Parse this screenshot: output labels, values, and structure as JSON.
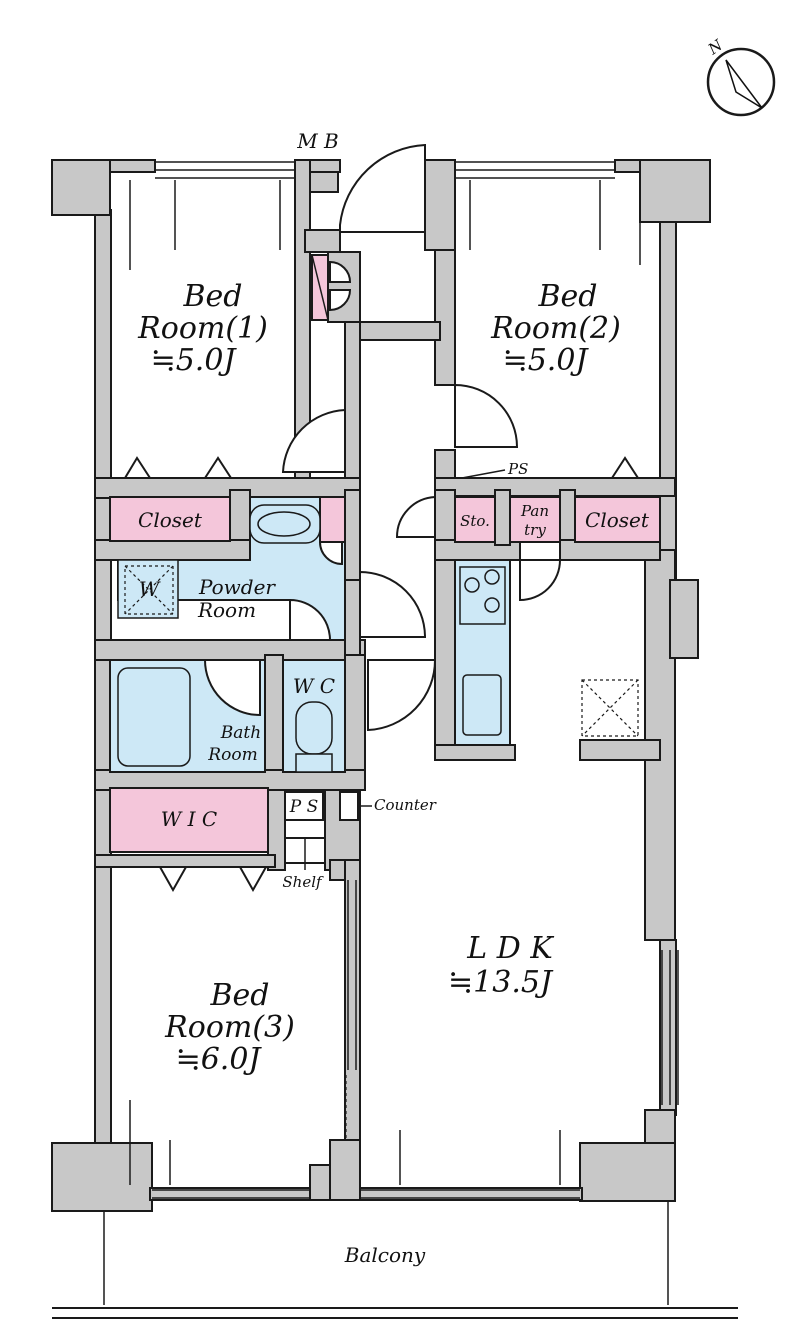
{
  "rooms": {
    "bedroom1": {
      "name_line1": "Bed",
      "name_line2": "Room(1)",
      "size": "≒5.0J"
    },
    "bedroom2": {
      "name_line1": "Bed",
      "name_line2": "Room(2)",
      "size": "≒5.0J"
    },
    "bedroom3": {
      "name_line1": "Bed",
      "name_line2": "Room(3)",
      "size": "≒6.0J"
    },
    "ldk": {
      "name": "L D K",
      "size": "≒13.5J"
    },
    "powder_room": {
      "line1": "Powder",
      "line2": "Room"
    },
    "bathroom": {
      "line1": "Bath",
      "line2": "Room"
    },
    "wc": "W C",
    "wic": "W I C",
    "closet1": "Closet",
    "closet2": "Closet",
    "storage": "Sto.",
    "pantry": {
      "line1": "Pan",
      "line2": "try"
    },
    "ps_center": "P S",
    "balcony": "Balcony"
  },
  "annotations": {
    "mb": "M B",
    "ps_top": "PS",
    "counter": "Counter",
    "shelf": "Shelf",
    "washer": "W"
  },
  "compass": {
    "label": "N"
  },
  "colors": {
    "closet_storage": "#f4c6da",
    "wet_area": "#cde8f6",
    "wall": "#c8c8c8"
  }
}
